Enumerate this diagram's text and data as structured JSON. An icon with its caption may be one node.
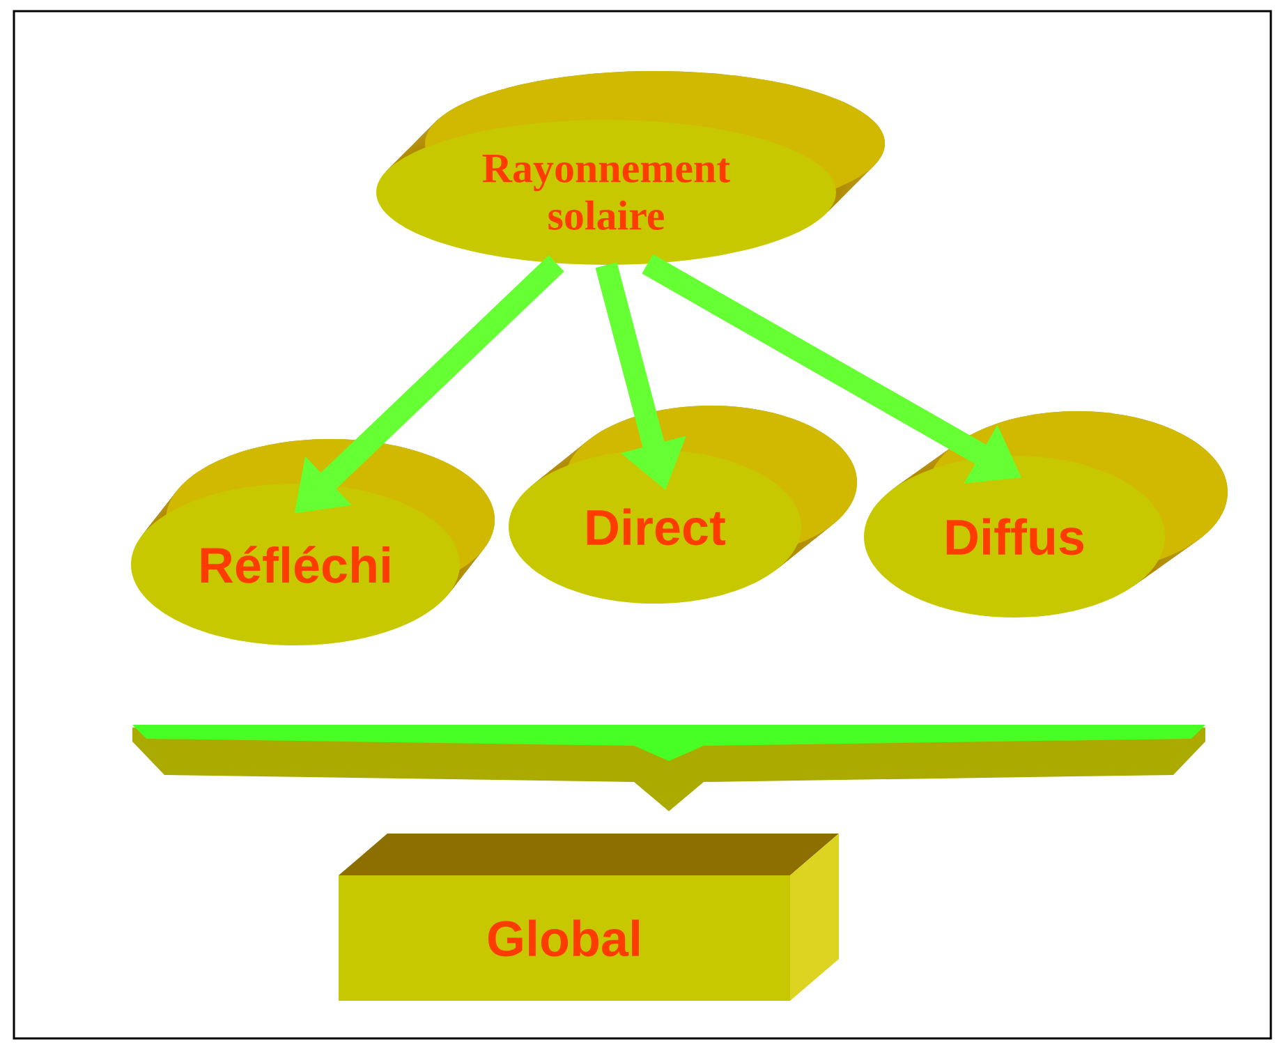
{
  "diagram": {
    "nodes": [
      {
        "text": [
          "Rayonnement solaire"
        ]
      },
      {
        "text": [
          "Réfléchi"
        ]
      },
      {
        "text": [
          "Direct"
        ]
      },
      {
        "text": [
          "Diffus"
        ]
      },
      {
        "text": [
          "Global"
        ]
      }
    ],
    "edges": [
      {
        "from": 0,
        "to": 1,
        "arrow": "to"
      },
      {
        "from": 0,
        "to": 2,
        "arrow": "to"
      },
      {
        "from": 0,
        "to": 3,
        "arrow": "to"
      }
    ]
  }
}
